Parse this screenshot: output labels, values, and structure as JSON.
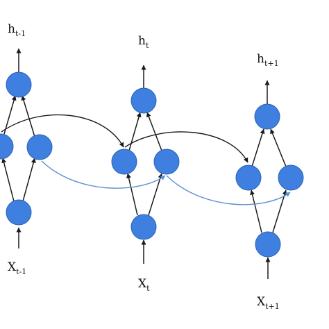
{
  "colors": {
    "node_fill": "#3e7fe0",
    "node_stroke": "#2a63b8",
    "arrow_black": "#1a1a1a",
    "arrow_blue": "#5b8fd0"
  },
  "steps": [
    {
      "output": {
        "main": "h",
        "sub": "t-1"
      },
      "input": {
        "main": "X",
        "sub": "t-1"
      }
    },
    {
      "output": {
        "main": "h",
        "sub": "t"
      },
      "input": {
        "main": "X",
        "sub": "t"
      }
    },
    {
      "output": {
        "main": "h",
        "sub": "t+1"
      },
      "input": {
        "main": "X",
        "sub": "t+1"
      }
    }
  ]
}
